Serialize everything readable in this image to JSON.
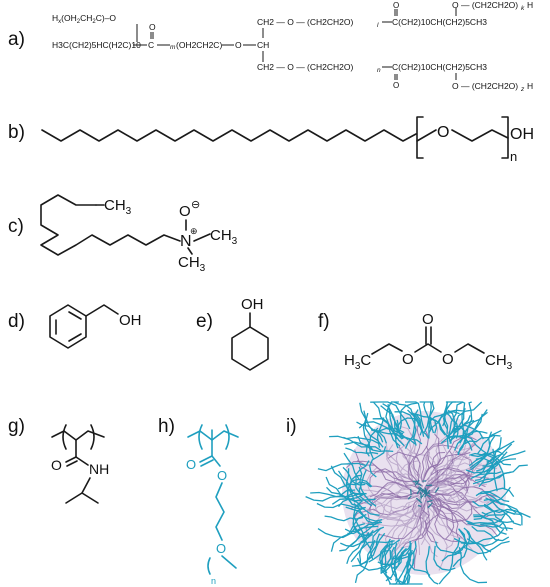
{
  "panels": {
    "a": {
      "label": "a)",
      "text": {
        "t1": "H",
        "t1b": "x",
        "t1c": "(OH",
        "t1d": "2",
        "t1e": "CH",
        "t1f": "2",
        "t1g": "C)",
        "t1h": "O",
        "row1a": "H",
        "row1b": "x",
        "row1c": "(OH",
        "row1d": "2",
        "row1e": "CH",
        "row1f": "2",
        "row1g": "C)",
        "row1h": "–O",
        "mid_left": "H3C(CH2)5HC(H2C)10",
        "mid_m": "m",
        "mid_ethoxy": "(OH2CH2C)",
        "mid_o": "O",
        "c_h": "CH",
        "top_chain": "CH2 — O — (CH2CH2O)",
        "top_l": "l",
        "top_tail": "C(CH2)10CH(CH2)5CH3",
        "bot_chain": "CH2 — O — (CH2CH2O)",
        "bot_n": "n",
        "bot_tail": "C(CH2)10CH(CH2)5CH3",
        "top_right_o": "O — (CH2CH2O)",
        "top_right_k": "k",
        "top_right_h": "H",
        "bot_right_o": "O — (CH2CH2O)",
        "bot_right_z": "z",
        "bot_right_h": "H",
        "o_upper": "O",
        "o_lower": "O"
      }
    },
    "b": {
      "label": "b)",
      "o": "O",
      "oh": "OH",
      "n": "n"
    },
    "c": {
      "label": "c)",
      "ch3_top": "CH3",
      "o_minus": "O",
      "minus": "⊖",
      "plus": "⊕",
      "n": "N",
      "ch3_right": "CH3",
      "ch3_bottom": "CH3"
    },
    "d": {
      "label": "d)",
      "oh": "OH"
    },
    "e": {
      "label": "e)",
      "oh": "OH"
    },
    "f": {
      "label": "f)",
      "o_top": "O",
      "h3c": "H3C",
      "o_left": "O",
      "o_right": "O",
      "ch3": "CH3"
    },
    "g": {
      "label": "g)",
      "o": "O",
      "nh": "NH"
    },
    "h": {
      "label": "h)",
      "o_carbonyl": "O",
      "o_ester": "O",
      "o_ether": "O",
      "n": "n"
    },
    "i": {
      "label": "i)"
    }
  },
  "colors": {
    "ink": "#1a1a1a",
    "blue": "#1f9fbf",
    "purple": "#8e6fa8",
    "lilac": "#b9a6c9"
  }
}
